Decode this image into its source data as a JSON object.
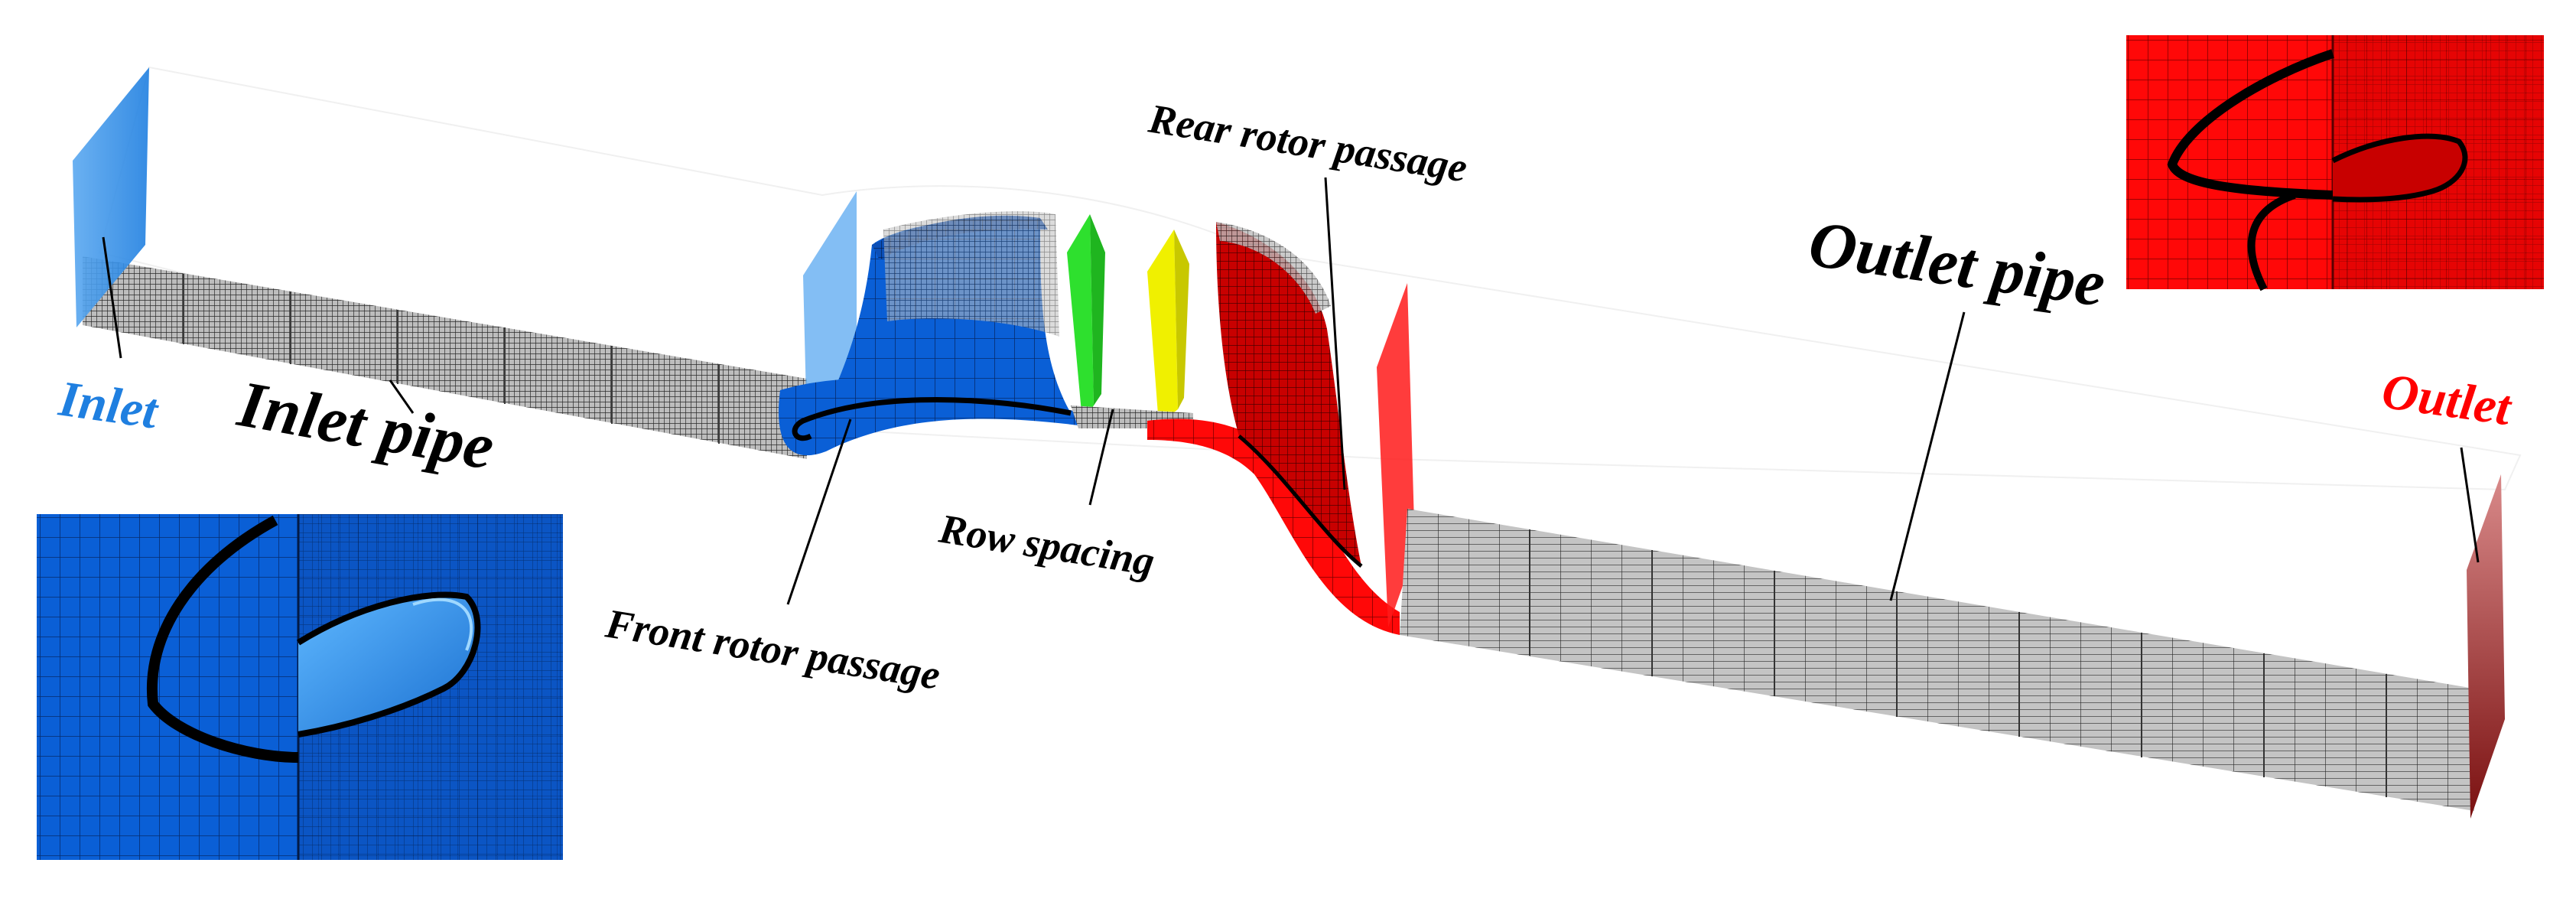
{
  "labels": {
    "inlet": "Inlet",
    "inlet_pipe": "Inlet pipe",
    "front_rotor_passage": "Front rotor passage",
    "row_spacing": "Row spacing",
    "rear_rotor_passage": "Rear rotor passage",
    "outlet_pipe": "Outlet pipe",
    "outlet": "Outlet"
  },
  "colors": {
    "inlet": "#1f7fe0",
    "outlet": "#ff0000",
    "front_rotor": "#0a5fd6",
    "rear_rotor": "#d40000",
    "spacing_green": "#2ee02e",
    "spacing_yellow": "#f0f000",
    "mesh": "#555555",
    "text": "#000000"
  }
}
